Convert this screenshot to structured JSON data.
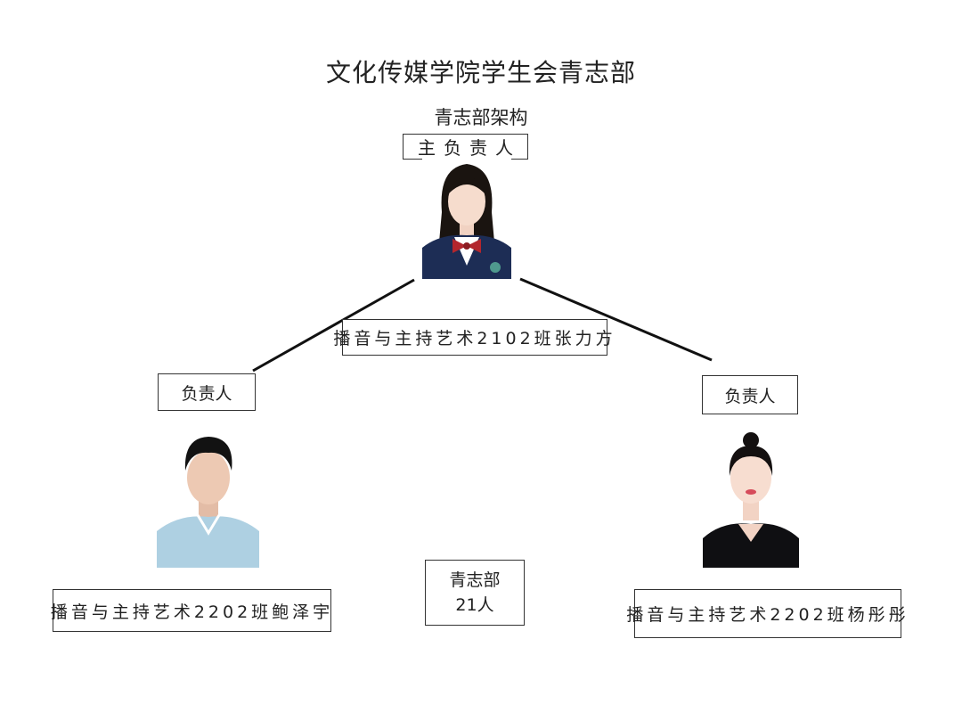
{
  "page": {
    "title": "文化传媒学院学生会青志部",
    "subtitle": "青志部架构"
  },
  "main_leader": {
    "role": "主负责人",
    "name": "播音与主持艺术2102班张力方"
  },
  "left_leader": {
    "role": "负责人",
    "name": "播音与主持艺术2202班鲍泽宇"
  },
  "right_leader": {
    "role": "负责人",
    "name": "播音与主持艺术2202班杨彤彤"
  },
  "department": {
    "name": "青志部",
    "count": "21人"
  },
  "colors": {
    "line": "#111111",
    "border": "#333333",
    "background": "#ffffff"
  }
}
